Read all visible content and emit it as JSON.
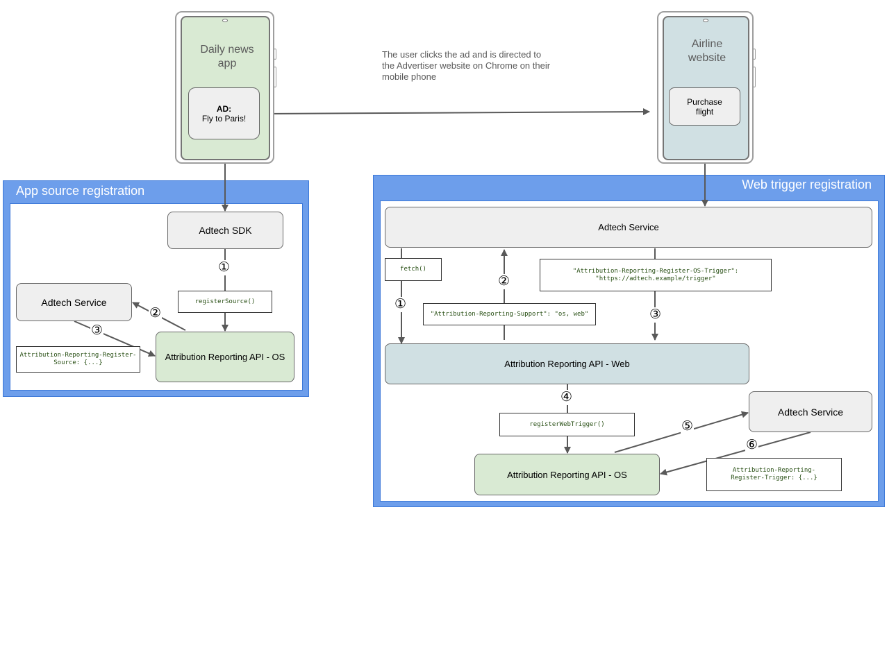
{
  "phones": {
    "news": {
      "title": "Daily news app",
      "ad_title": "AD:",
      "ad_text": "Fly to Paris!"
    },
    "airline": {
      "title": "Airline website",
      "button": "Purchase flight"
    }
  },
  "click_note": "The user clicks the ad and is directed to the Advertiser website on Chrome on their mobile phone",
  "app_panel": {
    "title": "App source registration",
    "adtech_sdk": "Adtech SDK",
    "adtech_service": "Adtech Service",
    "api_os": "Attribution Reporting API - OS",
    "code_register_source": "registerSource()",
    "code_header": "Attribution-Reporting-Register-\nSource: {...}",
    "steps": [
      "①",
      "②",
      "③"
    ]
  },
  "web_panel": {
    "title": "Web trigger registration",
    "adtech_service": "Adtech Service",
    "api_web": "Attribution Reporting API - Web",
    "api_os": "Attribution Reporting API - OS",
    "adtech_service_2": "Adtech Service",
    "code_fetch": "fetch()",
    "code_support": "\"Attribution-Reporting-Support\": \"os, web\"",
    "code_register_os_trigger": "\"Attribution-Reporting-Register-OS-Trigger\":\n\"https://adtech.example/trigger\"",
    "code_register_web_trigger": "registerWebTrigger()",
    "code_register_trigger": "Attribution-Reporting-\nRegister-Trigger: {...}",
    "steps": [
      "①",
      "②",
      "③",
      "④",
      "⑤",
      "⑥"
    ]
  },
  "colors": {
    "panel_blue": "#6d9eeb",
    "green_box": "#d9ead3",
    "blue_box": "#d0e0e3",
    "grey_box": "#efefef",
    "code_text": "#274e13",
    "arrow": "#595959"
  }
}
